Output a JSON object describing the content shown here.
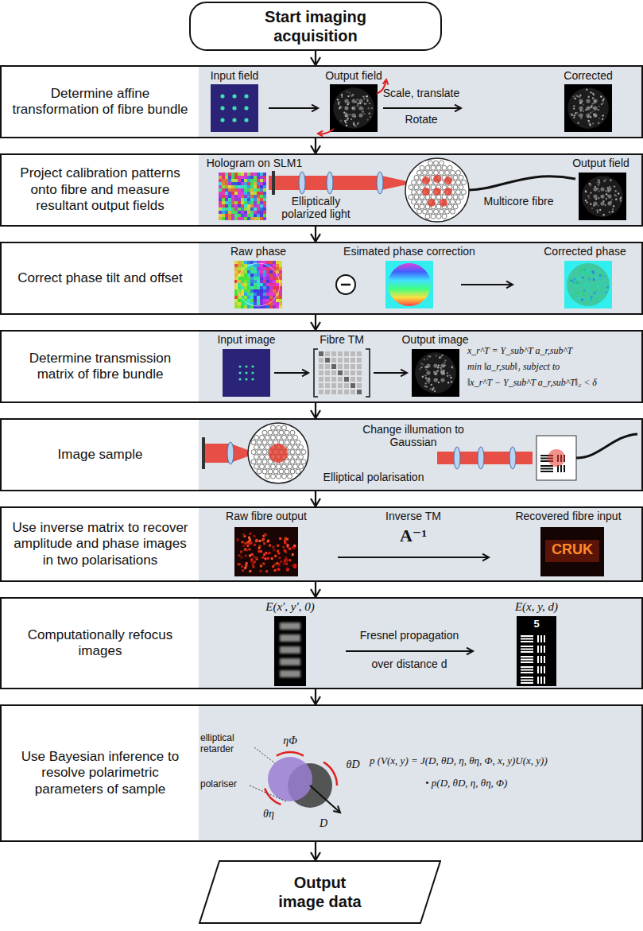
{
  "diagram": {
    "nodes": [
      {
        "text": [
          "Start imaging acquisition"
        ]
      },
      {
        "text": [
          "Determine affine transformation of fibre bundle"
        ]
      },
      {
        "text": [
          "Input field",
          "Output field",
          "Corrected",
          "Scale, translate",
          "Rotate"
        ],
        "in": 1
      },
      {
        "text": [
          "Project calibration patterns onto fibre and measure resultant output fields"
        ]
      },
      {
        "text": [
          "Hologram on SLM1",
          "Output field",
          "Elliptically polarized light",
          "Multicore fibre"
        ],
        "in": 3
      },
      {
        "text": [
          "Correct phase tilt and offset"
        ]
      },
      {
        "text": [
          "Raw phase",
          "Esimated phase correction",
          "Corrected phase"
        ],
        "in": 5
      },
      {
        "text": [
          "Determine transmission matrix of fibre bundle"
        ]
      },
      {
        "text": [
          "Input image",
          "Fibre TM",
          "Output image",
          "x_r^T = Y_sub^T a_r,sub^T",
          "min ‖a_r,sub‖₁ subject to",
          "‖x_r^T − Y_sub^T a_r,sub^T‖₂ < δ"
        ],
        "in": 7
      },
      {
        "text": [
          "Image sample"
        ]
      },
      {
        "text": [
          "Change illumation to Gaussian",
          "Elliptical polarisation"
        ],
        "in": 9
      },
      {
        "text": [
          "Use inverse matrix to recover amplitude and phase images in two polarisations"
        ]
      },
      {
        "text": [
          "Raw fibre output",
          "Inverse TM",
          "A⁻¹",
          "Recovered fibre input",
          "CRUK"
        ],
        "in": 11
      },
      {
        "text": [
          "Computationally refocus images"
        ]
      },
      {
        "text": [
          "E(x′, y′, 0)",
          "Fresnel propagation",
          "over distance d",
          "E(x, y, d)",
          "5"
        ],
        "in": 13
      },
      {
        "text": [
          "Use Bayesian inference to resolve polarimetric parameters of sample"
        ]
      },
      {
        "text": [
          "ηΦ",
          "elliptical retarder",
          "polariser",
          "θη",
          "θD",
          "D",
          "p (V(x, y) = J(D, θD, η, θη, Φ, x, y)U(x, y))",
          "• p(D, θD, η, θη, Φ)"
        ],
        "in": 15
      },
      {
        "text": [
          "Output image data"
        ]
      }
    ],
    "edges": [
      {
        "from": 0,
        "to": 1,
        "arrow": "to"
      },
      {
        "from": 1,
        "to": 3,
        "arrow": "to"
      },
      {
        "from": 3,
        "to": 5,
        "arrow": "to"
      },
      {
        "from": 5,
        "to": 7,
        "arrow": "to"
      },
      {
        "from": 7,
        "to": 9,
        "arrow": "to"
      },
      {
        "from": 9,
        "to": 11,
        "arrow": "to"
      },
      {
        "from": 11,
        "to": 13,
        "arrow": "to"
      },
      {
        "from": 13,
        "to": 15,
        "arrow": "to"
      },
      {
        "from": 15,
        "to": 17,
        "arrow": "to"
      }
    ]
  }
}
